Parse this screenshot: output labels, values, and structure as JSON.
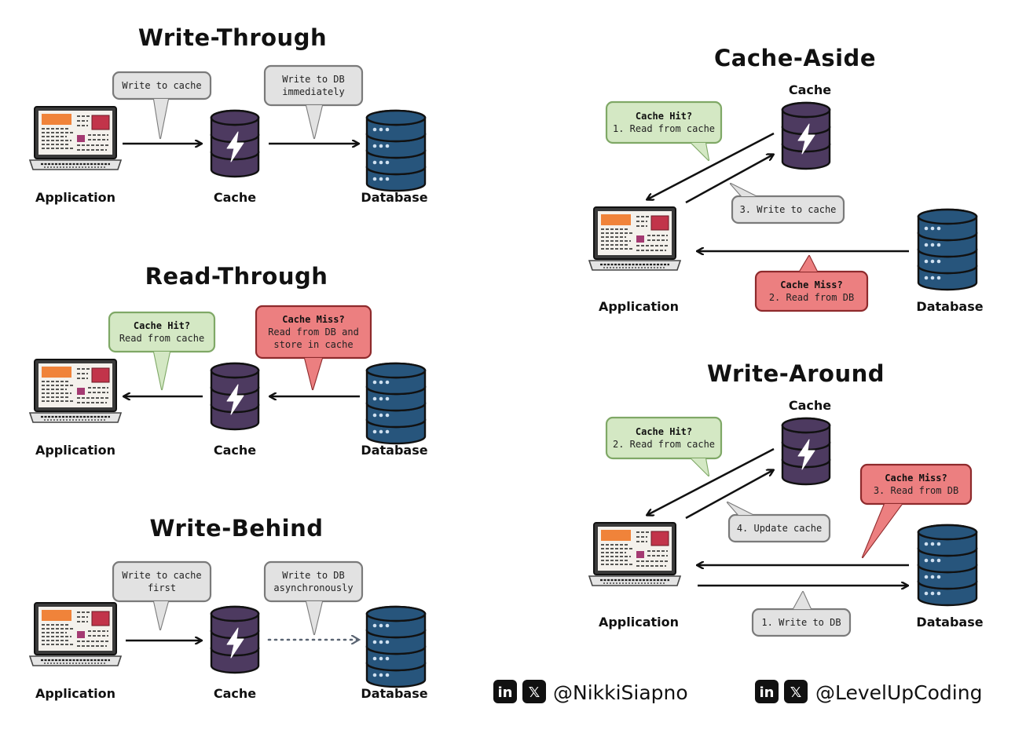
{
  "colors": {
    "gray_bubble": "#e2e2e2",
    "green_bubble": "#d4e8c4",
    "red_bubble": "#ec7f80",
    "cache": "#4d3a60",
    "database": "#27557c"
  },
  "labels": {
    "application": "Application",
    "cache": "Cache",
    "database": "Database"
  },
  "write_through": {
    "title": "Write-Through",
    "b1": [
      "Write to cache"
    ],
    "b2": [
      "Write to DB",
      "immediately"
    ]
  },
  "read_through": {
    "title": "Read-Through",
    "hit": [
      "Cache Hit?",
      "Read from cache"
    ],
    "miss": [
      "Cache Miss?",
      "Read from DB and",
      "store in cache"
    ]
  },
  "write_behind": {
    "title": "Write-Behind",
    "b1": [
      "Write to cache",
      "first"
    ],
    "b2": [
      "Write to DB",
      "asynchronously"
    ]
  },
  "cache_aside": {
    "title": "Cache-Aside",
    "hit": [
      "Cache Hit?",
      "1. Read from cache"
    ],
    "write": [
      "3. Write to cache"
    ],
    "miss": [
      "Cache Miss?",
      "2. Read from DB"
    ]
  },
  "write_around": {
    "title": "Write-Around",
    "hit": [
      "Cache Hit?",
      "2. Read from cache"
    ],
    "update": [
      "4. Update cache"
    ],
    "miss": [
      "Cache Miss?",
      "3. Read from DB"
    ],
    "write": [
      "1. Write to DB"
    ]
  },
  "social": {
    "icon_linkedin": "linkedin-icon",
    "icon_x": "x-icon",
    "linkedin_glyph": "in",
    "x_glyph": "𝕏",
    "handle1": "@NikkiSiapno",
    "handle2": "@LevelUpCoding"
  }
}
